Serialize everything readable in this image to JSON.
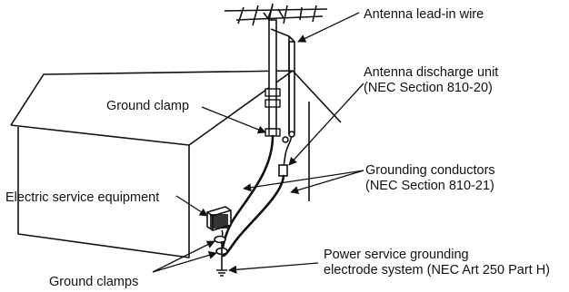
{
  "labels": {
    "antenna_lead_in": "Antenna lead-in wire",
    "discharge_unit_line1": "Antenna discharge unit",
    "discharge_unit_line2": "(NEC Section 810-20)",
    "ground_clamp": "Ground clamp",
    "grounding_conductors_line1": "Grounding conductors",
    "grounding_conductors_line2": "(NEC Section 810-21)",
    "electric_service": "Electric service equipment",
    "power_service_line1": "Power service grounding",
    "power_service_line2": "electrode system (NEC Art 250 Part H)",
    "ground_clamps": "Ground clamps"
  },
  "colors": {
    "line": "#111111",
    "background": "#ffffff"
  }
}
